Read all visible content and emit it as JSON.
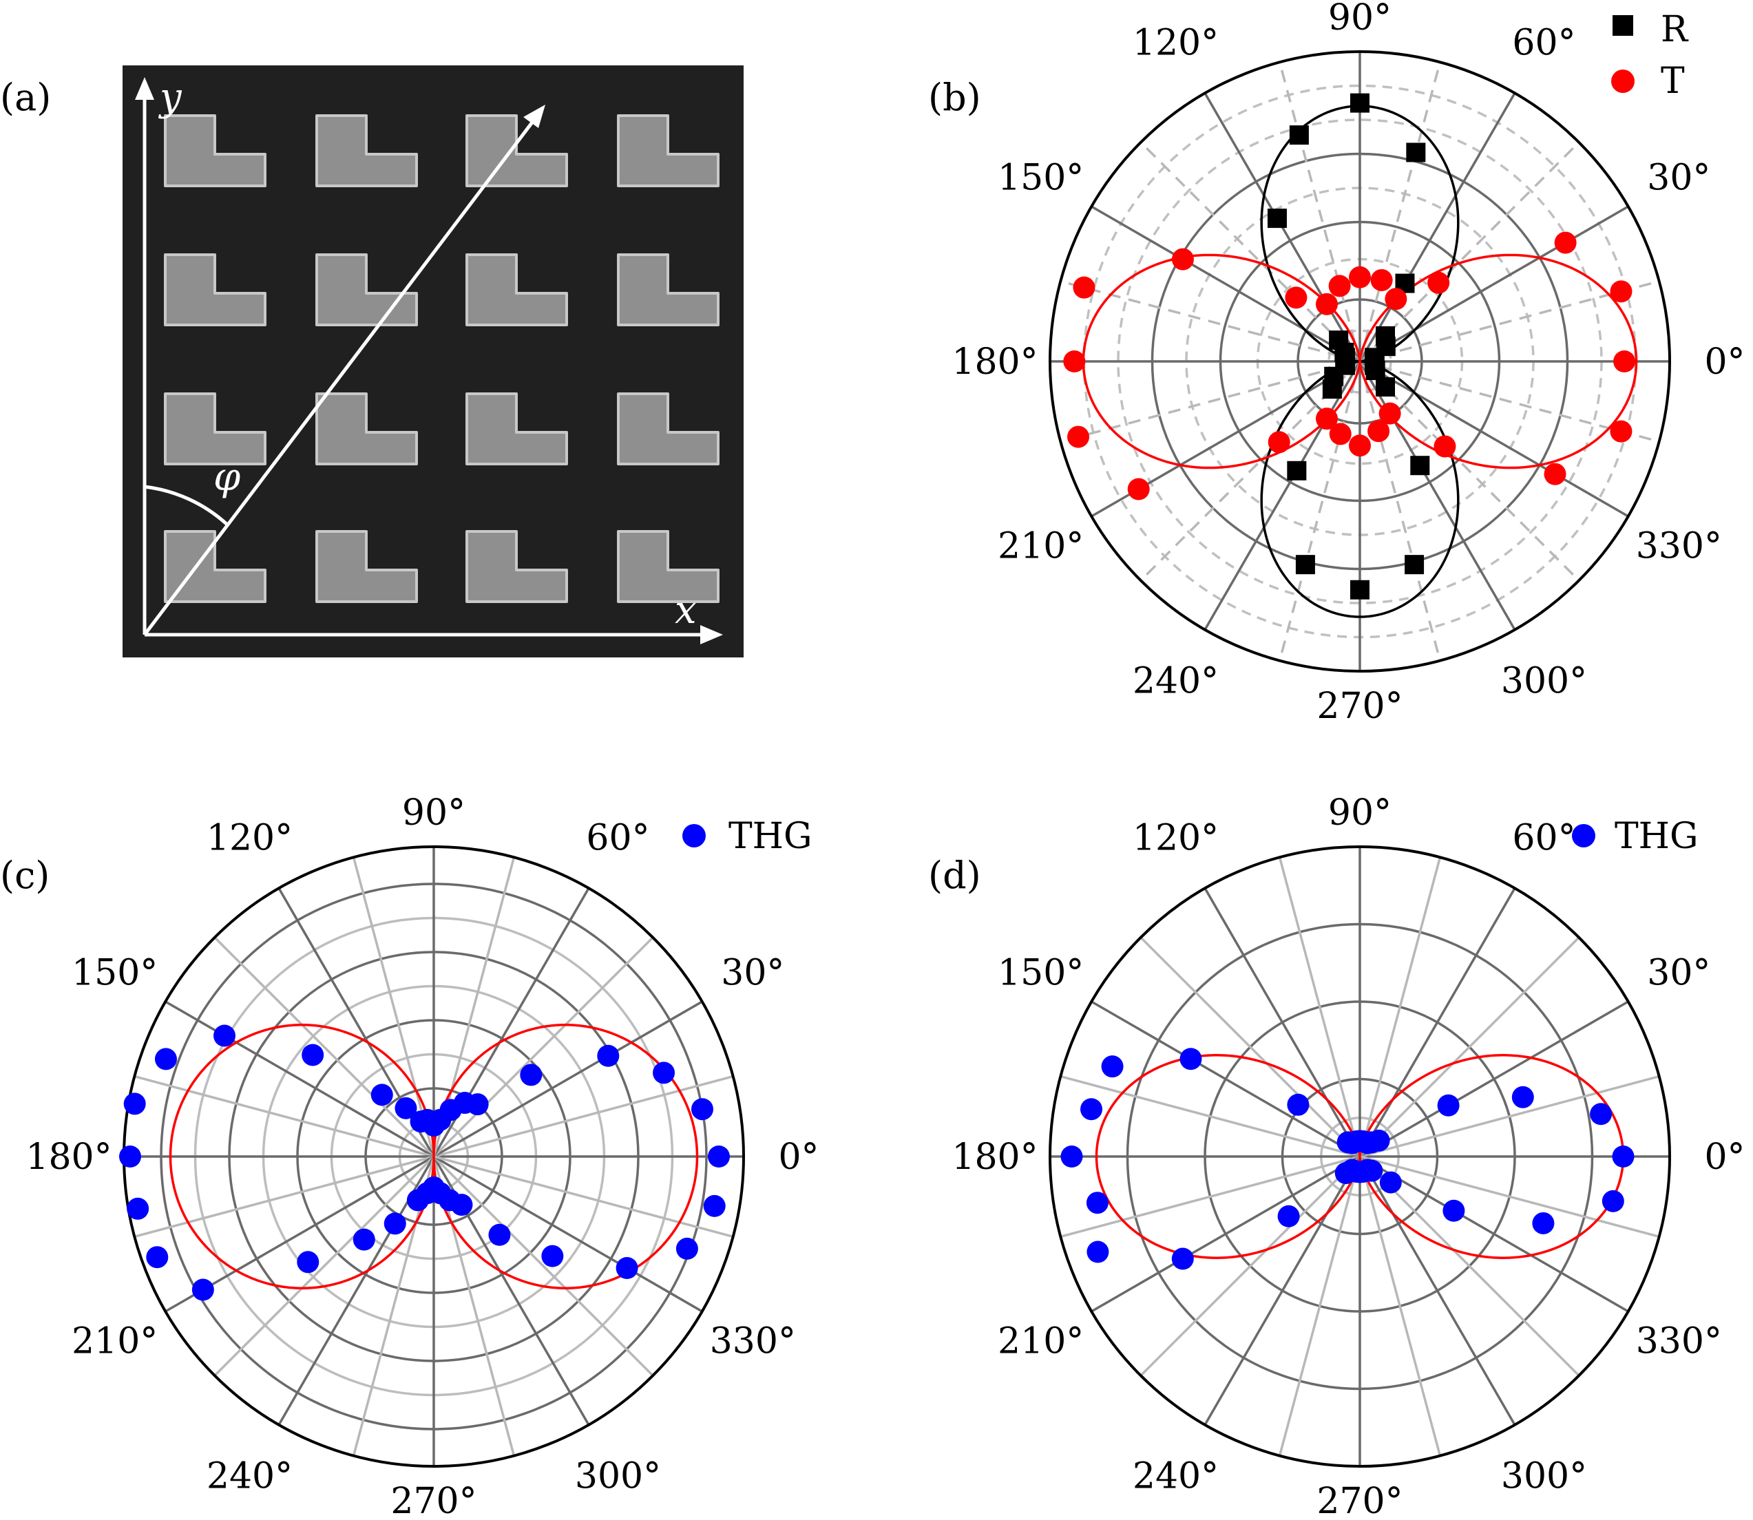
{
  "panel_labels": {
    "a": "(a)",
    "b": "(b)",
    "c": "(c)",
    "d": "(d)"
  },
  "sem_image": {
    "x_axis_label": "x",
    "y_axis_label": "y",
    "angle_label": "φ"
  },
  "angle_tick_labels": [
    "0°",
    "30°",
    "60°",
    "90°",
    "120°",
    "150°",
    "180°",
    "210°",
    "240°",
    "270°",
    "300°",
    "330°"
  ],
  "chart_data": [
    {
      "type": "polar-scatter",
      "panel": "b",
      "angles_deg": [
        0,
        15,
        30,
        45,
        60,
        75,
        90,
        105,
        120,
        135,
        150,
        165,
        180,
        195,
        210,
        225,
        240,
        255,
        270,
        285,
        300,
        315,
        330,
        345
      ],
      "series": [
        {
          "name": "R",
          "marker": "square",
          "color": "#000000",
          "r": [
            0.05,
            0.05,
            0.1,
            0.12,
            0.3,
            0.72,
            0.86,
            0.78,
            0.55,
            0.1,
            0.06,
            0.05,
            0.05,
            0.05,
            0.1,
            0.13,
            0.42,
            0.7,
            0.76,
            0.7,
            0.4,
            0.12,
            0.06,
            0.05
          ],
          "fit": {
            "form": "a*sin^2(phi)",
            "a": 0.85,
            "color": "#000000"
          }
        },
        {
          "name": "T",
          "marker": "circle",
          "color": "#ff0000",
          "r": [
            0.88,
            0.9,
            0.79,
            0.37,
            0.24,
            0.28,
            0.28,
            0.26,
            0.22,
            0.3,
            0.68,
            0.95,
            0.95,
            0.97,
            0.85,
            0.38,
            0.22,
            0.25,
            0.28,
            0.24,
            0.2,
            0.4,
            0.75,
            0.9
          ],
          "fit": {
            "form": "a*cos^2(phi)",
            "a": 0.92,
            "color": "#ff0000"
          }
        }
      ]
    },
    {
      "type": "polar-scatter",
      "panel": "c",
      "angles_deg": [
        0,
        10,
        20,
        30,
        40,
        50,
        60,
        70,
        80,
        90,
        100,
        110,
        120,
        130,
        140,
        150,
        160,
        170,
        180,
        190,
        200,
        210,
        220,
        230,
        240,
        250,
        260,
        270,
        280,
        290,
        300,
        310,
        320,
        330,
        340,
        350
      ],
      "series": [
        {
          "name": "THG",
          "marker": "circle",
          "color": "#0000ff",
          "r": [
            0.92,
            0.88,
            0.79,
            0.65,
            0.41,
            0.22,
            0.2,
            0.16,
            0.12,
            0.1,
            0.12,
            0.12,
            0.18,
            0.26,
            0.51,
            0.78,
            0.92,
            0.98,
            0.98,
            0.97,
            0.95,
            0.86,
            0.53,
            0.35,
            0.25,
            0.15,
            0.12,
            0.1,
            0.12,
            0.15,
            0.18,
            0.33,
            0.5,
            0.72,
            0.87,
            0.92
          ],
          "fit": {
            "form": "a*|cos(phi)|",
            "a": 0.85,
            "color": "#ff0000"
          }
        }
      ]
    },
    {
      "type": "polar-scatter",
      "panel": "d",
      "angles_deg": [
        0,
        10,
        20,
        30,
        40,
        50,
        60,
        70,
        80,
        90,
        100,
        110,
        120,
        130,
        140,
        150,
        160,
        170,
        180,
        190,
        200,
        210,
        220,
        230,
        240,
        250,
        260,
        270,
        280,
        290,
        300,
        310,
        320,
        330,
        340,
        350
      ],
      "series": [
        {
          "name": "THG",
          "marker": "circle",
          "color": "#0000ff",
          "r": [
            0.85,
            0.79,
            0.56,
            0.33,
            0.08,
            0.06,
            0.05,
            0.05,
            0.05,
            0.05,
            0.05,
            0.05,
            0.05,
            0.06,
            0.26,
            0.63,
            0.85,
            0.88,
            0.93,
            0.86,
            0.9,
            0.66,
            0.3,
            0.07,
            0.05,
            0.05,
            0.05,
            0.05,
            0.05,
            0.05,
            0.05,
            0.06,
            0.13,
            0.35,
            0.63,
            0.83
          ],
          "fit": {
            "form": "a*cos^2(phi)",
            "a": 0.85,
            "color": "#ff0000"
          }
        }
      ]
    }
  ]
}
